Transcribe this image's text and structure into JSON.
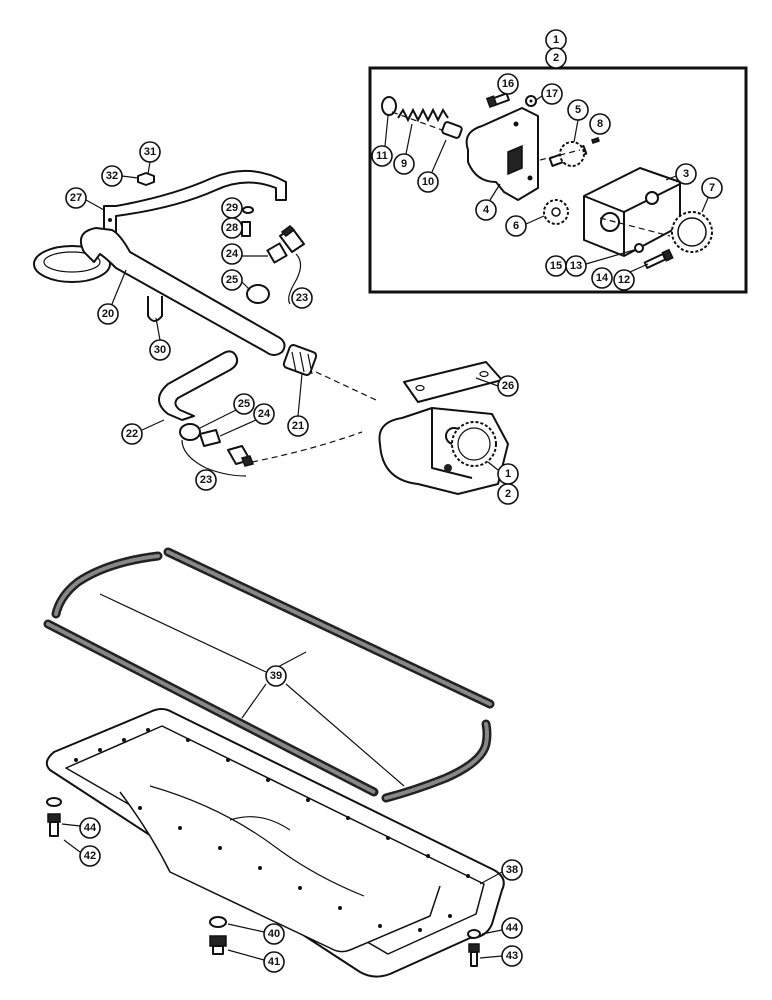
{
  "callouts": {
    "c1_top": "1",
    "c2_top": "2",
    "c3": "3",
    "c4": "4",
    "c5": "5",
    "c6": "6",
    "c7": "7",
    "c8": "8",
    "c9": "9",
    "c10": "10",
    "c11": "11",
    "c12": "12",
    "c13": "13",
    "c14": "14",
    "c15": "15",
    "c16": "16",
    "c17": "17",
    "c20": "20",
    "c21": "21",
    "c22": "22",
    "c23a": "23",
    "c23b": "23",
    "c24a": "24",
    "c24b": "24",
    "c25a": "25",
    "c25b": "25",
    "c26": "26",
    "c27": "27",
    "c28": "28",
    "c29": "29",
    "c30": "30",
    "c31": "31",
    "c32": "32",
    "c1_mid": "1",
    "c2_mid": "2",
    "c38": "38",
    "c39": "39",
    "c40": "40",
    "c41": "41",
    "c42": "42",
    "c43": "43",
    "c44a": "44",
    "c44b": "44"
  }
}
